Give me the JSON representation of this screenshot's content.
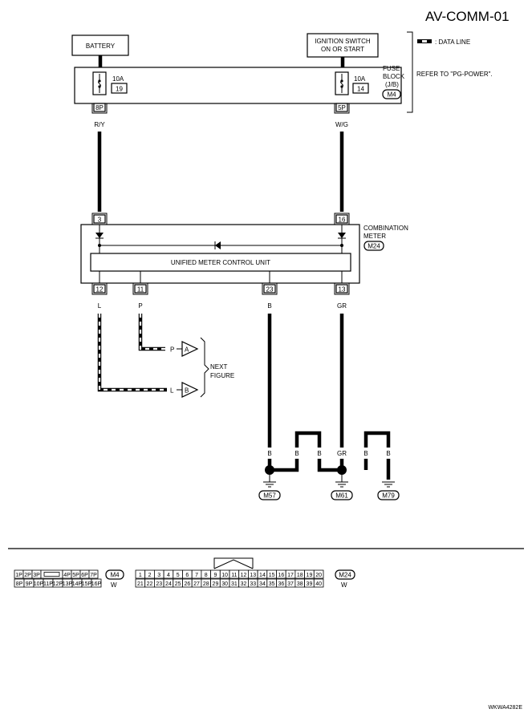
{
  "page_id": "AV-COMM-01",
  "legend": {
    "data_line": ": DATA LINE",
    "refer": "REFER TO \"PG-POWER\"."
  },
  "power": {
    "battery": "BATTERY",
    "ignition_line1": "IGNITION SWITCH",
    "ignition_line2": "ON OR START"
  },
  "fuse_block": {
    "label_line1": "FUSE",
    "label_line2": "BLOCK",
    "label_line3": "(J/B)",
    "connector": "M4",
    "fuse_left": {
      "amps": "10A",
      "number": "19",
      "pin": "8P",
      "wire": "R/Y"
    },
    "fuse_right": {
      "amps": "10A",
      "number": "14",
      "pin": "5P",
      "wire": "W/G"
    }
  },
  "combination_meter": {
    "label_line1": "COMBINATION",
    "label_line2": "METER",
    "connector": "M24",
    "unit": "UNIFIED METER CONTROL UNIT",
    "pins_top": [
      "3",
      "16"
    ],
    "pins_bottom": [
      "12",
      "11",
      "23",
      "13"
    ],
    "wires_bottom": [
      "L",
      "P",
      "B",
      "GR"
    ]
  },
  "next_figure": {
    "label_line1": "NEXT",
    "label_line2": "FIGURE",
    "a": {
      "wire": "P",
      "id": "A"
    },
    "b": {
      "wire": "L",
      "id": "B"
    }
  },
  "grounds": {
    "wire_labels": [
      "B",
      "B",
      "B",
      "GR",
      "B",
      "B"
    ],
    "connectors": [
      "M57",
      "M61",
      "M79"
    ]
  },
  "connector_tables": {
    "m4": {
      "row1": [
        "1P",
        "2P",
        "3P",
        "4P",
        "5P",
        "6P",
        "7P"
      ],
      "row2": [
        "8P",
        "9P",
        "10P",
        "11P",
        "12P",
        "13P",
        "14P",
        "15P",
        "16P"
      ],
      "id": "M4",
      "color": "W"
    },
    "m24": {
      "row1": [
        "1",
        "2",
        "3",
        "4",
        "5",
        "6",
        "7",
        "8",
        "9",
        "10",
        "11",
        "12",
        "13",
        "14",
        "15",
        "16",
        "17",
        "18",
        "19",
        "20"
      ],
      "row2": [
        "21",
        "22",
        "23",
        "24",
        "25",
        "26",
        "27",
        "28",
        "29",
        "30",
        "31",
        "32",
        "33",
        "34",
        "35",
        "36",
        "37",
        "38",
        "39",
        "40"
      ],
      "id": "M24",
      "color": "W"
    }
  },
  "figure_code": "WKWA4282E"
}
